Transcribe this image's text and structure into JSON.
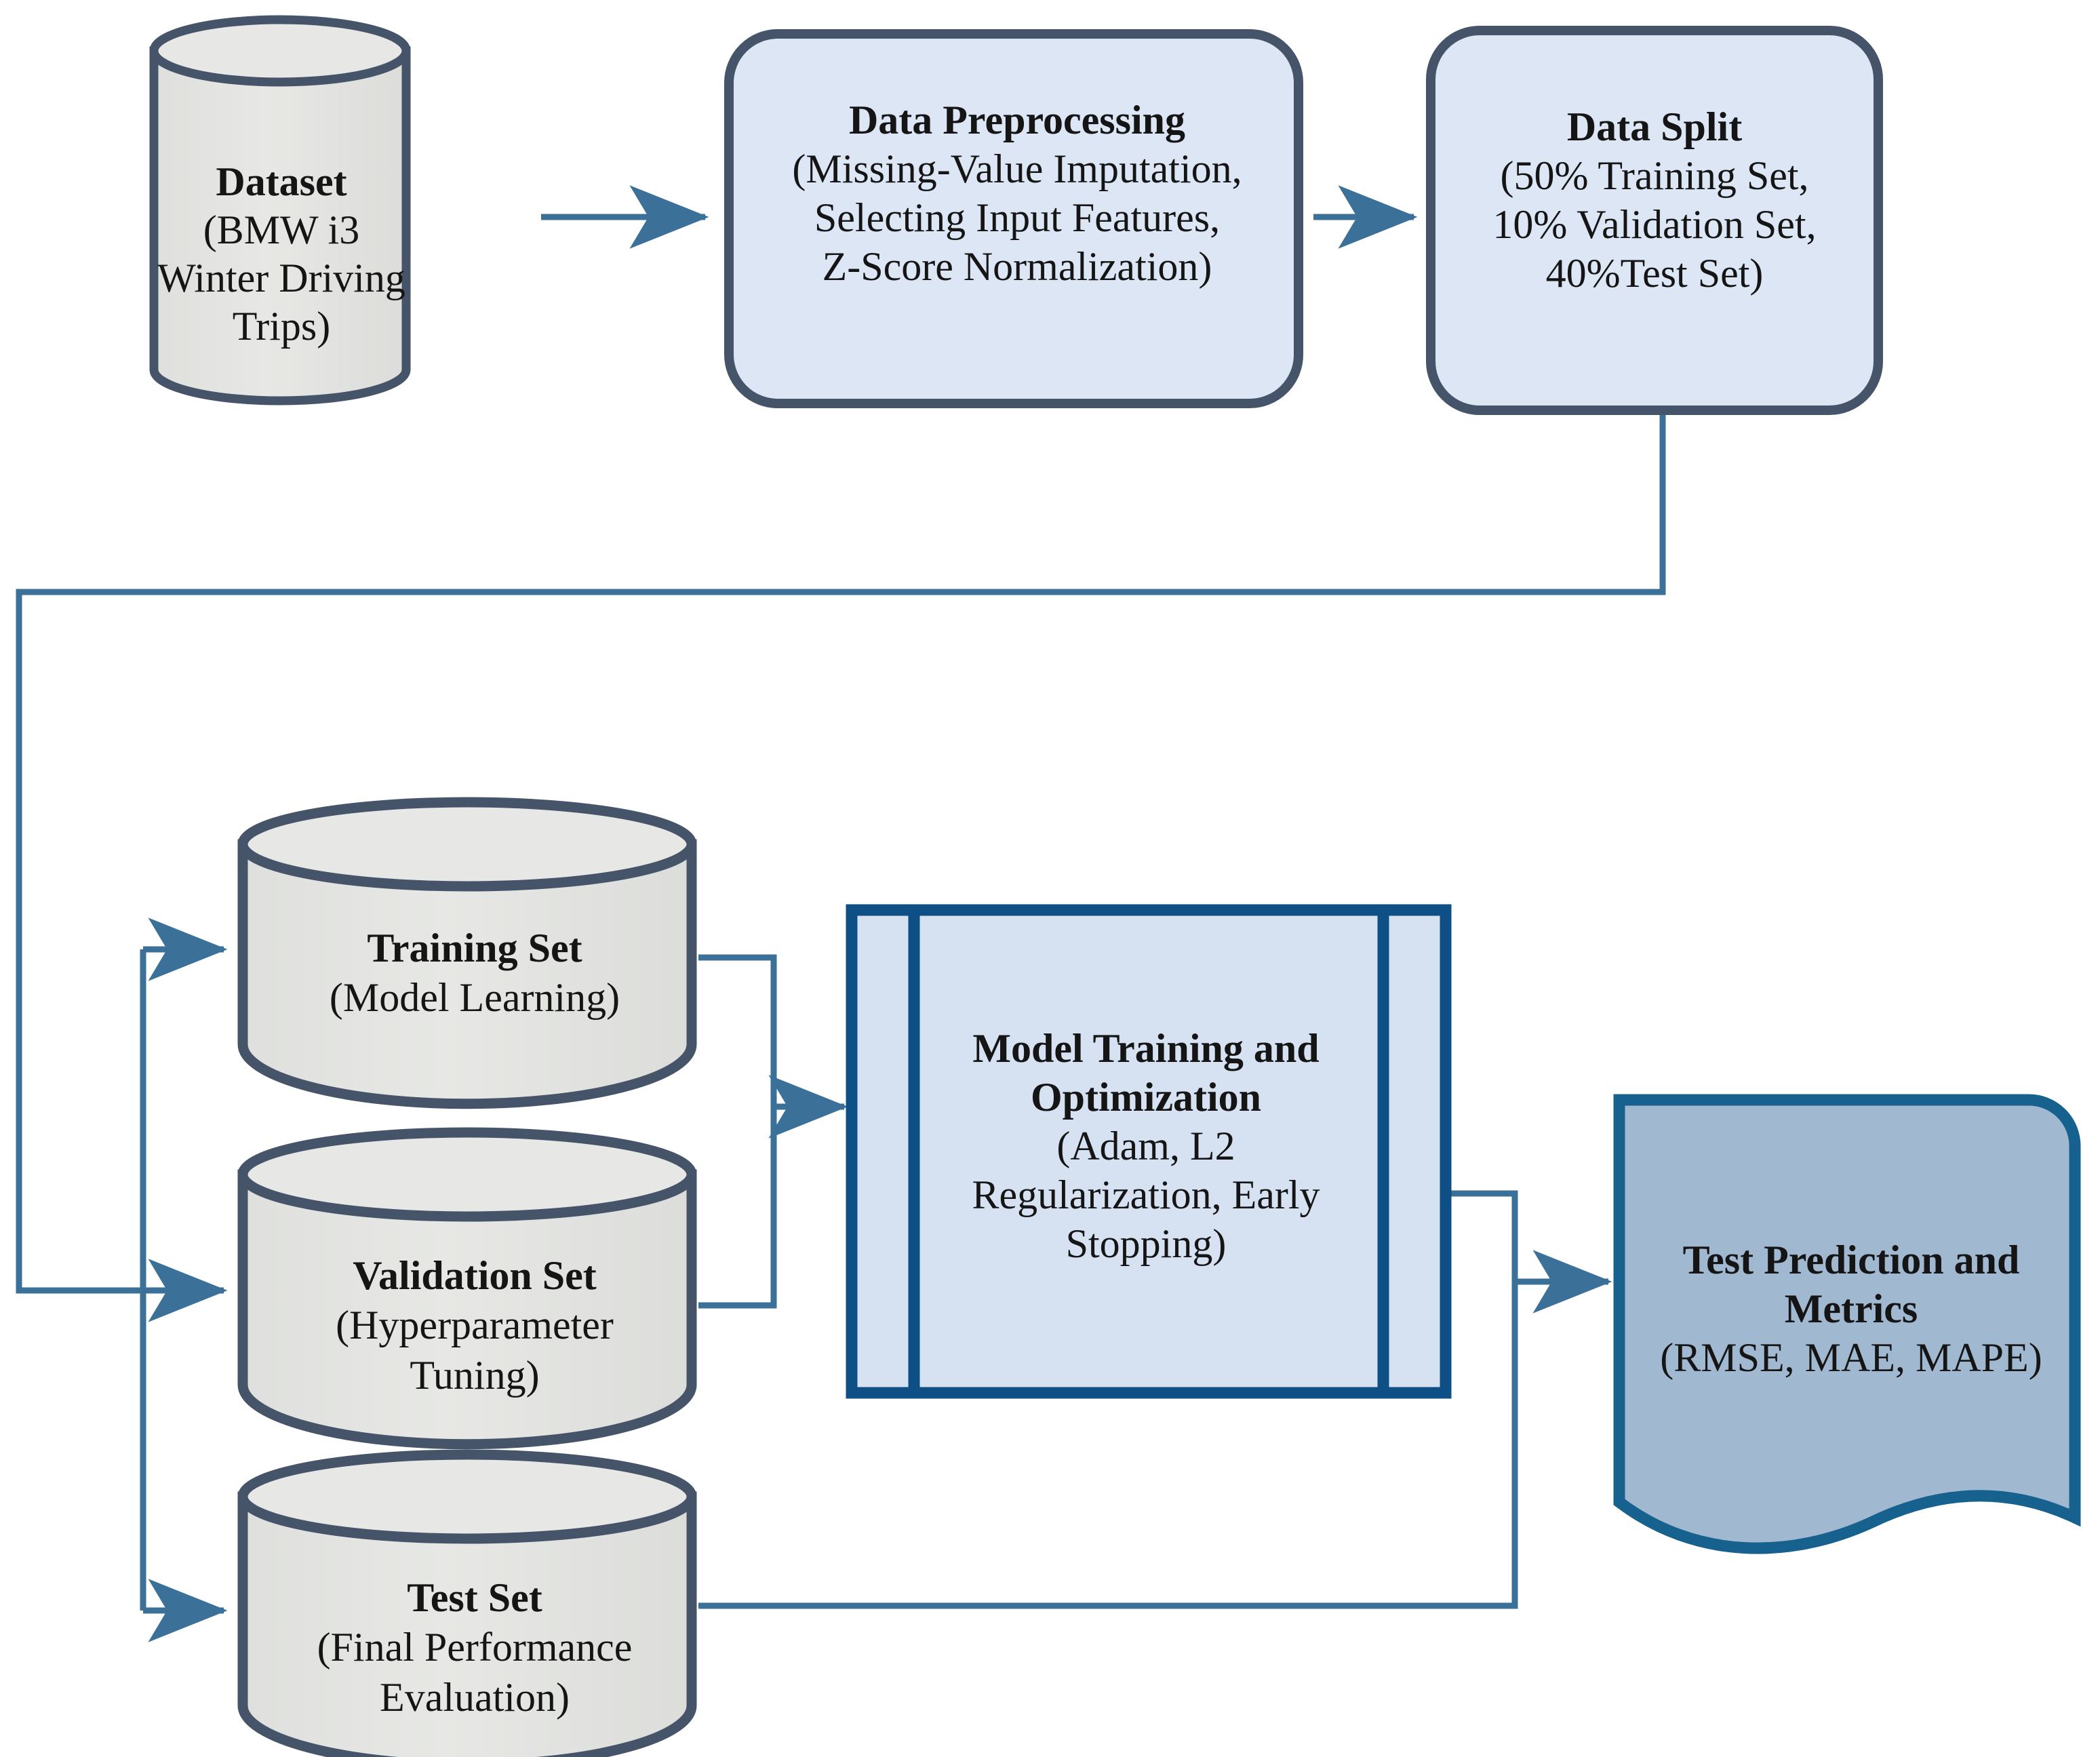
{
  "diagram": {
    "type": "flowchart",
    "title": "Machine learning workflow for BMW i3 winter driving trips",
    "colors": {
      "cylinder_fill": "#E4E5E2",
      "cylinder_stroke": "#46546A",
      "process_fill": "#DCE6F4",
      "process_stroke": "#46546A",
      "predefined_process_fill": "#D6E2F2",
      "predefined_process_stroke": "#0E5085",
      "document_fill": "#A1B8D1",
      "document_stroke": "#17618F",
      "connector": "#3B7099",
      "background": "#FFFFFF",
      "text": "#151515"
    },
    "nodes": [
      {
        "id": "dataset",
        "shape": "cylinder",
        "title": "Dataset",
        "subtitle": [
          "(BMW i3",
          "Winter Driving",
          "Trips)"
        ]
      },
      {
        "id": "preprocessing",
        "shape": "rounded-rectangle",
        "title": "Data Preprocessing",
        "subtitle": [
          "(Missing-Value Imputation,",
          "Selecting Input Features,",
          "Z-Score Normalization)"
        ]
      },
      {
        "id": "data-split",
        "shape": "rounded-rectangle",
        "title": "Data Split",
        "subtitle": [
          "(50% Training Set,",
          "10% Validation Set,",
          "40%Test Set)"
        ]
      },
      {
        "id": "training-set",
        "shape": "cylinder",
        "title": "Training Set",
        "subtitle": [
          "(Model Learning)"
        ]
      },
      {
        "id": "validation-set",
        "shape": "cylinder",
        "title": "Validation Set",
        "subtitle": [
          "(Hyperparameter",
          "Tuning)"
        ]
      },
      {
        "id": "test-set",
        "shape": "cylinder",
        "title": "Test Set",
        "subtitle": [
          "(Final Performance",
          "Evaluation)"
        ]
      },
      {
        "id": "model-training",
        "shape": "predefined-process",
        "title": [
          "Model Training and",
          "Optimization"
        ],
        "subtitle": [
          "(Adam, L2",
          "Regularization, Early",
          "Stopping)"
        ]
      },
      {
        "id": "test-prediction",
        "shape": "document",
        "title": [
          "Test Prediction and",
          "Metrics"
        ],
        "subtitle": [
          "(RMSE, MAE, MAPE)"
        ]
      }
    ],
    "edges": [
      {
        "from": "dataset",
        "to": "preprocessing",
        "style": "straight-arrow"
      },
      {
        "from": "preprocessing",
        "to": "data-split",
        "style": "straight-arrow"
      },
      {
        "from": "data-split",
        "to": "training-set",
        "style": "orthogonal-arrow"
      },
      {
        "from": "data-split",
        "to": "validation-set",
        "style": "orthogonal-arrow"
      },
      {
        "from": "data-split",
        "to": "test-set",
        "style": "orthogonal-arrow"
      },
      {
        "from": "training-set",
        "to": "model-training",
        "style": "orthogonal-arrow"
      },
      {
        "from": "validation-set",
        "to": "model-training",
        "style": "orthogonal-arrow"
      },
      {
        "from": "model-training",
        "to": "test-prediction",
        "style": "orthogonal-arrow"
      },
      {
        "from": "test-set",
        "to": "test-prediction",
        "style": "orthogonal-arrow"
      }
    ]
  }
}
